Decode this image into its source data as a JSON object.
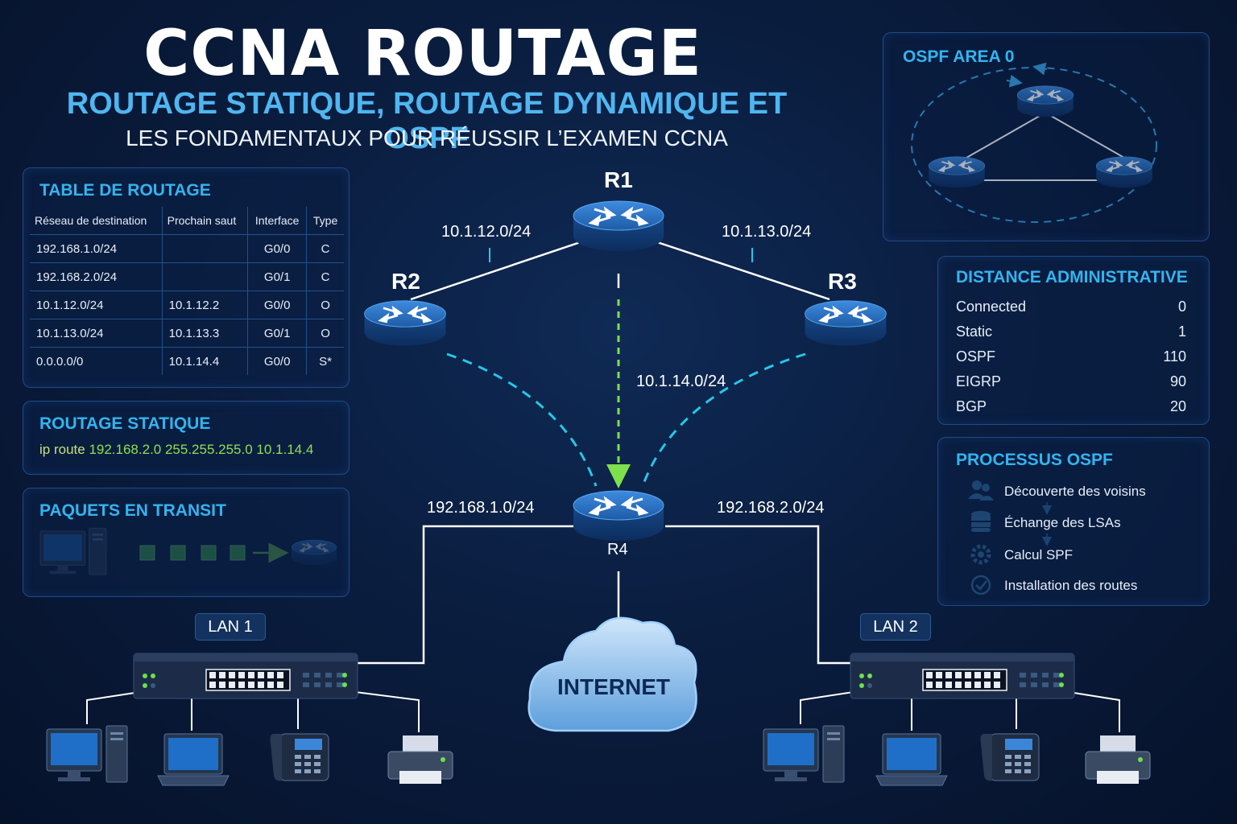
{
  "header": {
    "title": "CCNA ROUTAGE",
    "subtitle": "ROUTAGE STATIQUE, ROUTAGE DYNAMIQUE ET OSPF",
    "tagline": "LES FONDAMENTAUX POUR RÉUSSIR L’EXAMEN CCNA"
  },
  "routing_table": {
    "title": "TABLE DE ROUTAGE",
    "headers": [
      "Réseau de destination",
      "Prochain saut",
      "Interface",
      "Type"
    ],
    "rows": [
      [
        "192.168.1.0/24",
        "",
        "G0/0",
        "C"
      ],
      [
        "192.168.2.0/24",
        "",
        "G0/1",
        "C"
      ],
      [
        "10.1.12.0/24",
        "10.1.12.2",
        "G0/0",
        "O"
      ],
      [
        "10.1.13.0/24",
        "10.1.13.3",
        "G0/1",
        "O"
      ],
      [
        "0.0.0.0/0",
        "10.1.14.4",
        "G0/0",
        "S*"
      ]
    ]
  },
  "static_routing": {
    "title": "ROUTAGE STATIQUE",
    "prefix": "ip route",
    "args": "192.168.2.0 255.255.255.0 10.1.14.4"
  },
  "packets": {
    "title": "PAQUETS EN TRANSIT"
  },
  "ospf_area": {
    "title": "OSPF AREA 0"
  },
  "admin_distance": {
    "title": "DISTANCE ADMINISTRATIVE",
    "rows": [
      {
        "label": "Connected",
        "value": "0"
      },
      {
        "label": "Static",
        "value": "1"
      },
      {
        "label": "OSPF",
        "value": "110"
      },
      {
        "label": "EIGRP",
        "value": "90"
      },
      {
        "label": "BGP",
        "value": "20"
      }
    ]
  },
  "ospf_process": {
    "title": "PROCESSUS OSPF",
    "steps": [
      {
        "label": "Découverte des voisins",
        "icon": "users-icon"
      },
      {
        "label": "Échange des LSAs",
        "icon": "database-icon"
      },
      {
        "label": "Calcul SPF",
        "icon": "gear-icon"
      },
      {
        "label": "Installation des routes",
        "icon": "check-circle-icon"
      }
    ]
  },
  "topology": {
    "routers": {
      "r1": "R1",
      "r2": "R2",
      "r3": "R3",
      "r4": "R4"
    },
    "links": {
      "r1_r2": "10.1.12.0/24",
      "r1_r3": "10.1.13.0/24",
      "r1_r4": "10.1.14.0/24",
      "lan1_net": "192.168.1.0/24",
      "lan2_net": "192.168.2.0/24"
    },
    "lan1": "LAN 1",
    "lan2": "LAN 2",
    "internet": "INTERNET"
  },
  "colors": {
    "accent": "#33b4ef",
    "ospf_link": "#27c6e6",
    "static_link": "#7ee04c",
    "router_body": "#1f5fa6"
  }
}
